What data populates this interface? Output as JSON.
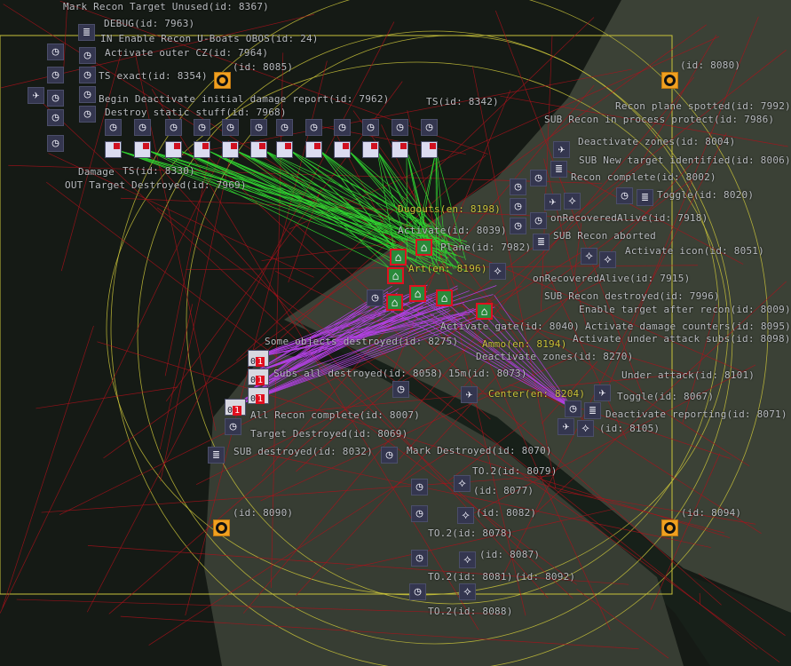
{
  "colors": {
    "background": "#151a15",
    "land": "#3b4136",
    "river": "#172019",
    "boundary": "#c8c23a",
    "link": "#b0101a",
    "damage_link": "#30d030",
    "counter_link": "#b040e0",
    "target": "#f0a020",
    "node": "#34364f"
  },
  "labels": [
    "DEBUG(id: 7963)",
    "IN Enable Recon U-Boats OBOS(id: 24)",
    "Activate outer CZ(id: 7964)",
    "Begin Deactivate initial damage report(id: 7962)",
    "TS exact(id: 8354)",
    "Mark Recon Target Unused(id: 8367)",
    "Destroy static stuff(id: 7968)",
    "TS(id: 8330)",
    "TS(id: 8342)",
    "OUT Target Destroyed(id: 7969)",
    "Damage",
    "(id: 8085)",
    "(id: 8080)",
    "Deactivate zones(id: 8004)",
    "SUB Recon in process protect(id: 7986)",
    "SUB New target identified(id: 8006)",
    "Recon complete(id: 8002)",
    "onRecoveredAlive(id: 7918)",
    "Toggle(id: 8020)",
    "SUB Recon aborted",
    "Recon plane spotted(id: 7992)",
    "onRecoveredAlive(id: 7915)",
    "SUB Recon destroyed(id: 7996)",
    "Enable target after recon(id: 8009)",
    "Activate(id: 8039)",
    "Activate icon(id: 8051)",
    "Activate damage counters(id: 8095)",
    "Activate under attack subs(id: 8098)",
    "Plane(id: 7982)",
    "Activate gate(id: 8040)",
    "Some objects destroyed(id: 8275)",
    "Subs all destroyed(id: 8058)",
    "15m(id: 8073)",
    "Deactivate zones(id: 8270)",
    "Deactivate reporting(id: 8071)",
    "All Recon complete(id: 8007)",
    "Target Destroyed(id: 8069)",
    "Toggle(id: 8067)",
    "Under attack(id: 8101)",
    "(id: 8105)",
    "SUB destroyed(id: 8032)",
    "Mark Destroyed(id: 8070)",
    "TO.2(id: 8079)",
    "(id: 8077)",
    "TO.2(id: 8078)",
    "(id: 8082)",
    "TO.2(id: 8081)",
    "(id: 8087)",
    "TO.2(id: 8088)",
    "(id: 8092)",
    "(id: 8090)",
    "(id: 8094)"
  ],
  "entity_labels": [
    "Dugouts(en: 8198)",
    "Art(en: 8196)",
    "Center(en: 8204)",
    "Ammo(en: 8194)"
  ],
  "icons": {
    "timer": "clock-icon",
    "doc": "document-icon",
    "counter": "counter-icon",
    "target": "target-icon",
    "plane": "plane-icon",
    "damage": "damage-icon",
    "activate": "spinner-icon",
    "entity": "building-icon"
  },
  "counter_text": "01"
}
